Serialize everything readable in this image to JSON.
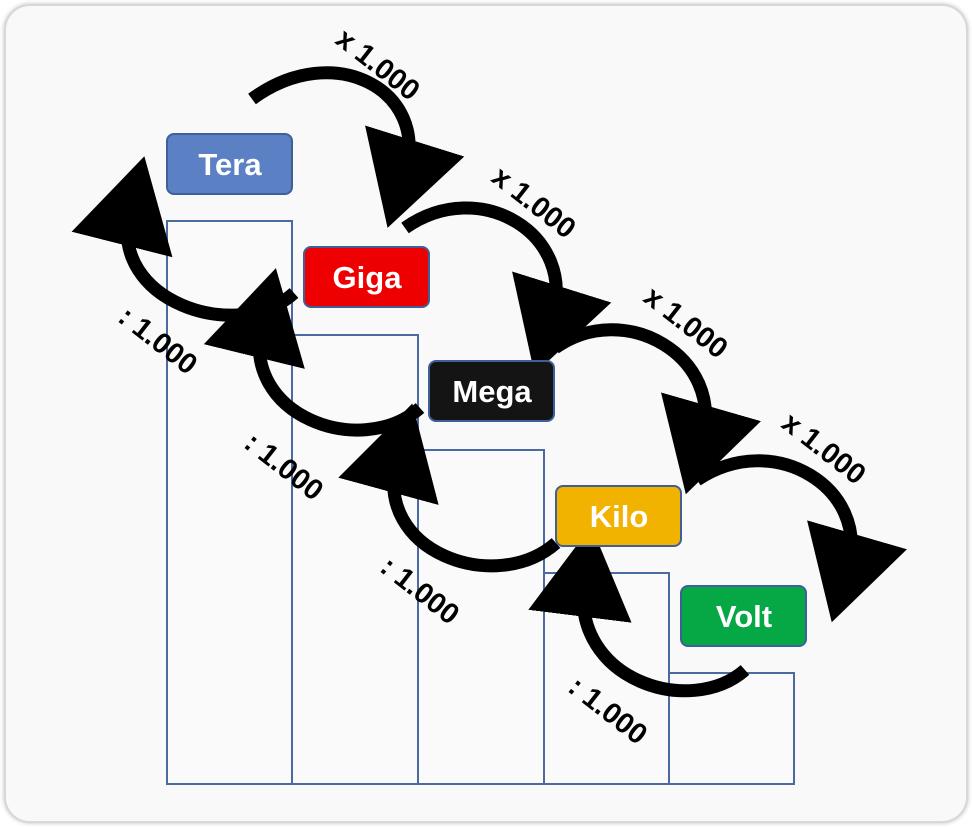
{
  "units": [
    {
      "key": "tera",
      "label": "Tera",
      "color": "#5b80c4"
    },
    {
      "key": "giga",
      "label": "Giga",
      "color": "#ee0000"
    },
    {
      "key": "mega",
      "label": "Mega",
      "color": "#141414"
    },
    {
      "key": "kilo",
      "label": "Kilo",
      "color": "#f2b200"
    },
    {
      "key": "volt",
      "label": "Volt",
      "color": "#05a844"
    }
  ],
  "multiply_labels": [
    "x 1.000",
    "x 1.000",
    "x 1.000",
    "x 1.000"
  ],
  "divide_labels": [
    ": 1.000",
    ": 1.000",
    ": 1.000",
    ": 1.000"
  ],
  "colors": {
    "step_outline": "#4a6aa0",
    "arrow": "#000000",
    "background": "#f9f9f9"
  }
}
